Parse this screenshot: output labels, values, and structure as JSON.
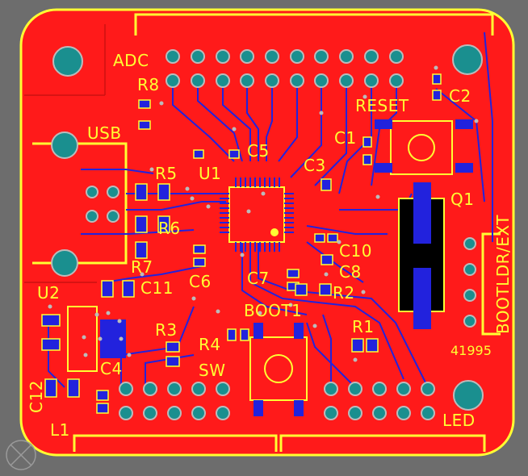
{
  "board": {
    "colors": {
      "background": "#6d6d6d",
      "copper": "#ff1a1a",
      "copper_dark": "#cc1111",
      "silkscreen": "#ffff33",
      "traces": "#2222dd",
      "hole": "#1a8f8f",
      "pad_ring": "#bbbbbb",
      "black_fill": "#000000"
    },
    "labels": {
      "adc": "ADC",
      "r8": "R8",
      "reset": "RESET",
      "c2": "C2",
      "usb": "USB",
      "c1": "C1",
      "c5": "C5",
      "c3": "C3",
      "r5": "R5",
      "u1": "U1",
      "q1": "Q1",
      "bootldr": "BOOTLDR/EXT",
      "r6": "R6",
      "c10": "C10",
      "r7": "R7",
      "c8": "C8",
      "c6": "C6",
      "c7": "C7",
      "r2": "R2",
      "u2": "U2",
      "c11": "C11",
      "boot1": "BOOT1",
      "r3": "R3",
      "r1": "R1",
      "r4": "R4",
      "code": "41995",
      "c4": "C4",
      "sw": "SW",
      "c12": "C12",
      "l1": "L1",
      "led": "LED"
    }
  }
}
